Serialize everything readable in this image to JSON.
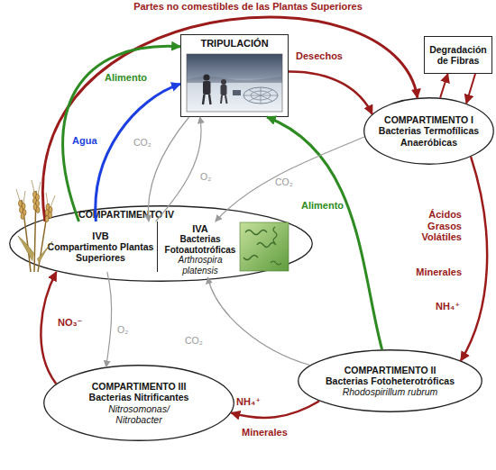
{
  "diagram": {
    "nodes": [
      {
        "text": [
          "TRIPULACIÓN"
        ]
      },
      {
        "text": [
          "Degradación de Fibras"
        ]
      },
      {
        "text": [
          "COMPARTIMENTO I",
          "Bacterias Termofílicas Anaeróbicas"
        ]
      },
      {
        "text": [
          "COMPARTIMENTO IV"
        ]
      },
      {
        "text": [
          "IVB",
          "Compartimento Plantas Superiores"
        ],
        "in": 3
      },
      {
        "text": [
          "IVA",
          "Bacterias Fotoautotróficas",
          "Arthrospira platensis"
        ],
        "in": 3
      },
      {
        "text": [
          "COMPARTIMENTO II",
          "Bacterias Fotoheterotróficas",
          "Rhodospirillum rubrum"
        ]
      },
      {
        "text": [
          "COMPARTIMENTO III",
          "Bacterias Nitrificantes",
          "Nitrosomonas/ Nitrobacter"
        ]
      }
    ],
    "edges": [
      {
        "from": 4,
        "to": 2,
        "label": "Partes no comestibles de las Plantas Superiores",
        "arrow": "to"
      },
      {
        "from": 0,
        "to": 2,
        "label": "Desechos",
        "arrow": "to"
      },
      {
        "from": 2,
        "to": 1,
        "arrow": "to"
      },
      {
        "from": 1,
        "to": 2,
        "arrow": "to"
      },
      {
        "from": 2,
        "to": 6,
        "label": "Ácidos Grasos Volátiles",
        "arrow": "to"
      },
      {
        "from": 6,
        "to": 7,
        "label": "NH₄⁺",
        "arrow": "to"
      },
      {
        "from": 7,
        "to": 4,
        "label": "NO₃⁻",
        "arrow": "to"
      },
      {
        "from": 4,
        "to": 7,
        "label": "O₂",
        "arrow": "to"
      },
      {
        "from": 6,
        "to": 5,
        "label": "CO₂",
        "arrow": "to"
      },
      {
        "from": 6,
        "to": 0,
        "label": "Alimento",
        "arrow": "to"
      },
      {
        "from": 2,
        "to": 5,
        "label": "CO₂",
        "arrow": "to"
      },
      {
        "from": 4,
        "to": 0,
        "label": "Alimento",
        "arrow": "to"
      },
      {
        "from": 4,
        "to": 0,
        "label": "Agua",
        "arrow": "to"
      },
      {
        "from": 0,
        "to": 4,
        "label": "CO₂",
        "arrow": "to"
      },
      {
        "from": 4,
        "to": 0,
        "label": "O₂",
        "arrow": "to"
      }
    ],
    "labels": [
      "Minerales",
      "NH₄⁺",
      "Minerales"
    ]
  }
}
